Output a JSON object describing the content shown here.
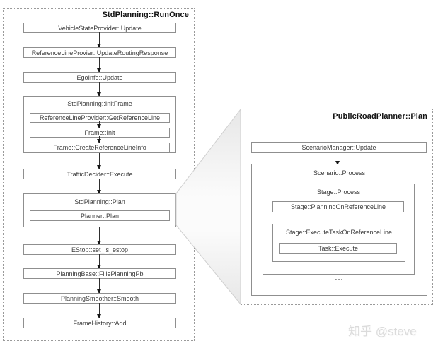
{
  "left_panel": {
    "title": "StdPlanning::RunOnce",
    "nodes": {
      "vehicle_state": "VehicleStateProvider::Update",
      "ref_line_update": "ReferenceLineProvier::UpdateRoutingResponse",
      "ego_info": "EgoInfo::Update",
      "traffic_decider": "TrafficDecider::Execute",
      "estop": "EStop::set_is_estop",
      "fill_planning_pb": "PlanningBase::FillePlanningPb",
      "smooth": "PlanningSmoother::Smooth",
      "frame_history": "FrameHistory::Add"
    },
    "init_frame": {
      "title": "StdPlanning::InitFrame",
      "items": [
        "ReferenceLineProvider::GetReferenceLine",
        "Frame::Init",
        "Frame::CreateReferenceLineInfo"
      ]
    },
    "plan": {
      "title": "StdPlanning::Plan",
      "planner": "Planner::Plan"
    }
  },
  "right_panel": {
    "title": "PublicRoadPlanner::Plan",
    "scenario_manager": "ScenarioManager::Update",
    "scenario": {
      "title": "Scenario::Process",
      "ellipsis": "...",
      "stage": {
        "title": "Stage::Process",
        "planning_on_ref": "Stage::PlanningOnReferenceLine",
        "exec_task": {
          "title": "Stage::ExecuteTaskOnReferenceLine",
          "task": "Task::Execute"
        }
      }
    }
  },
  "watermark": "知乎 @steve",
  "colors": {
    "box_border": "#8f8f8f",
    "dashed_border": "#9a9a9a",
    "text": "#3c3c3c",
    "arrow": "#161616",
    "trapezoid_edge": "#cfcfcf",
    "trapezoid_fill_dark": "#e7e7e7",
    "trapezoid_fill_light": "#fbfbfb",
    "watermark": "#dbdbdb"
  }
}
